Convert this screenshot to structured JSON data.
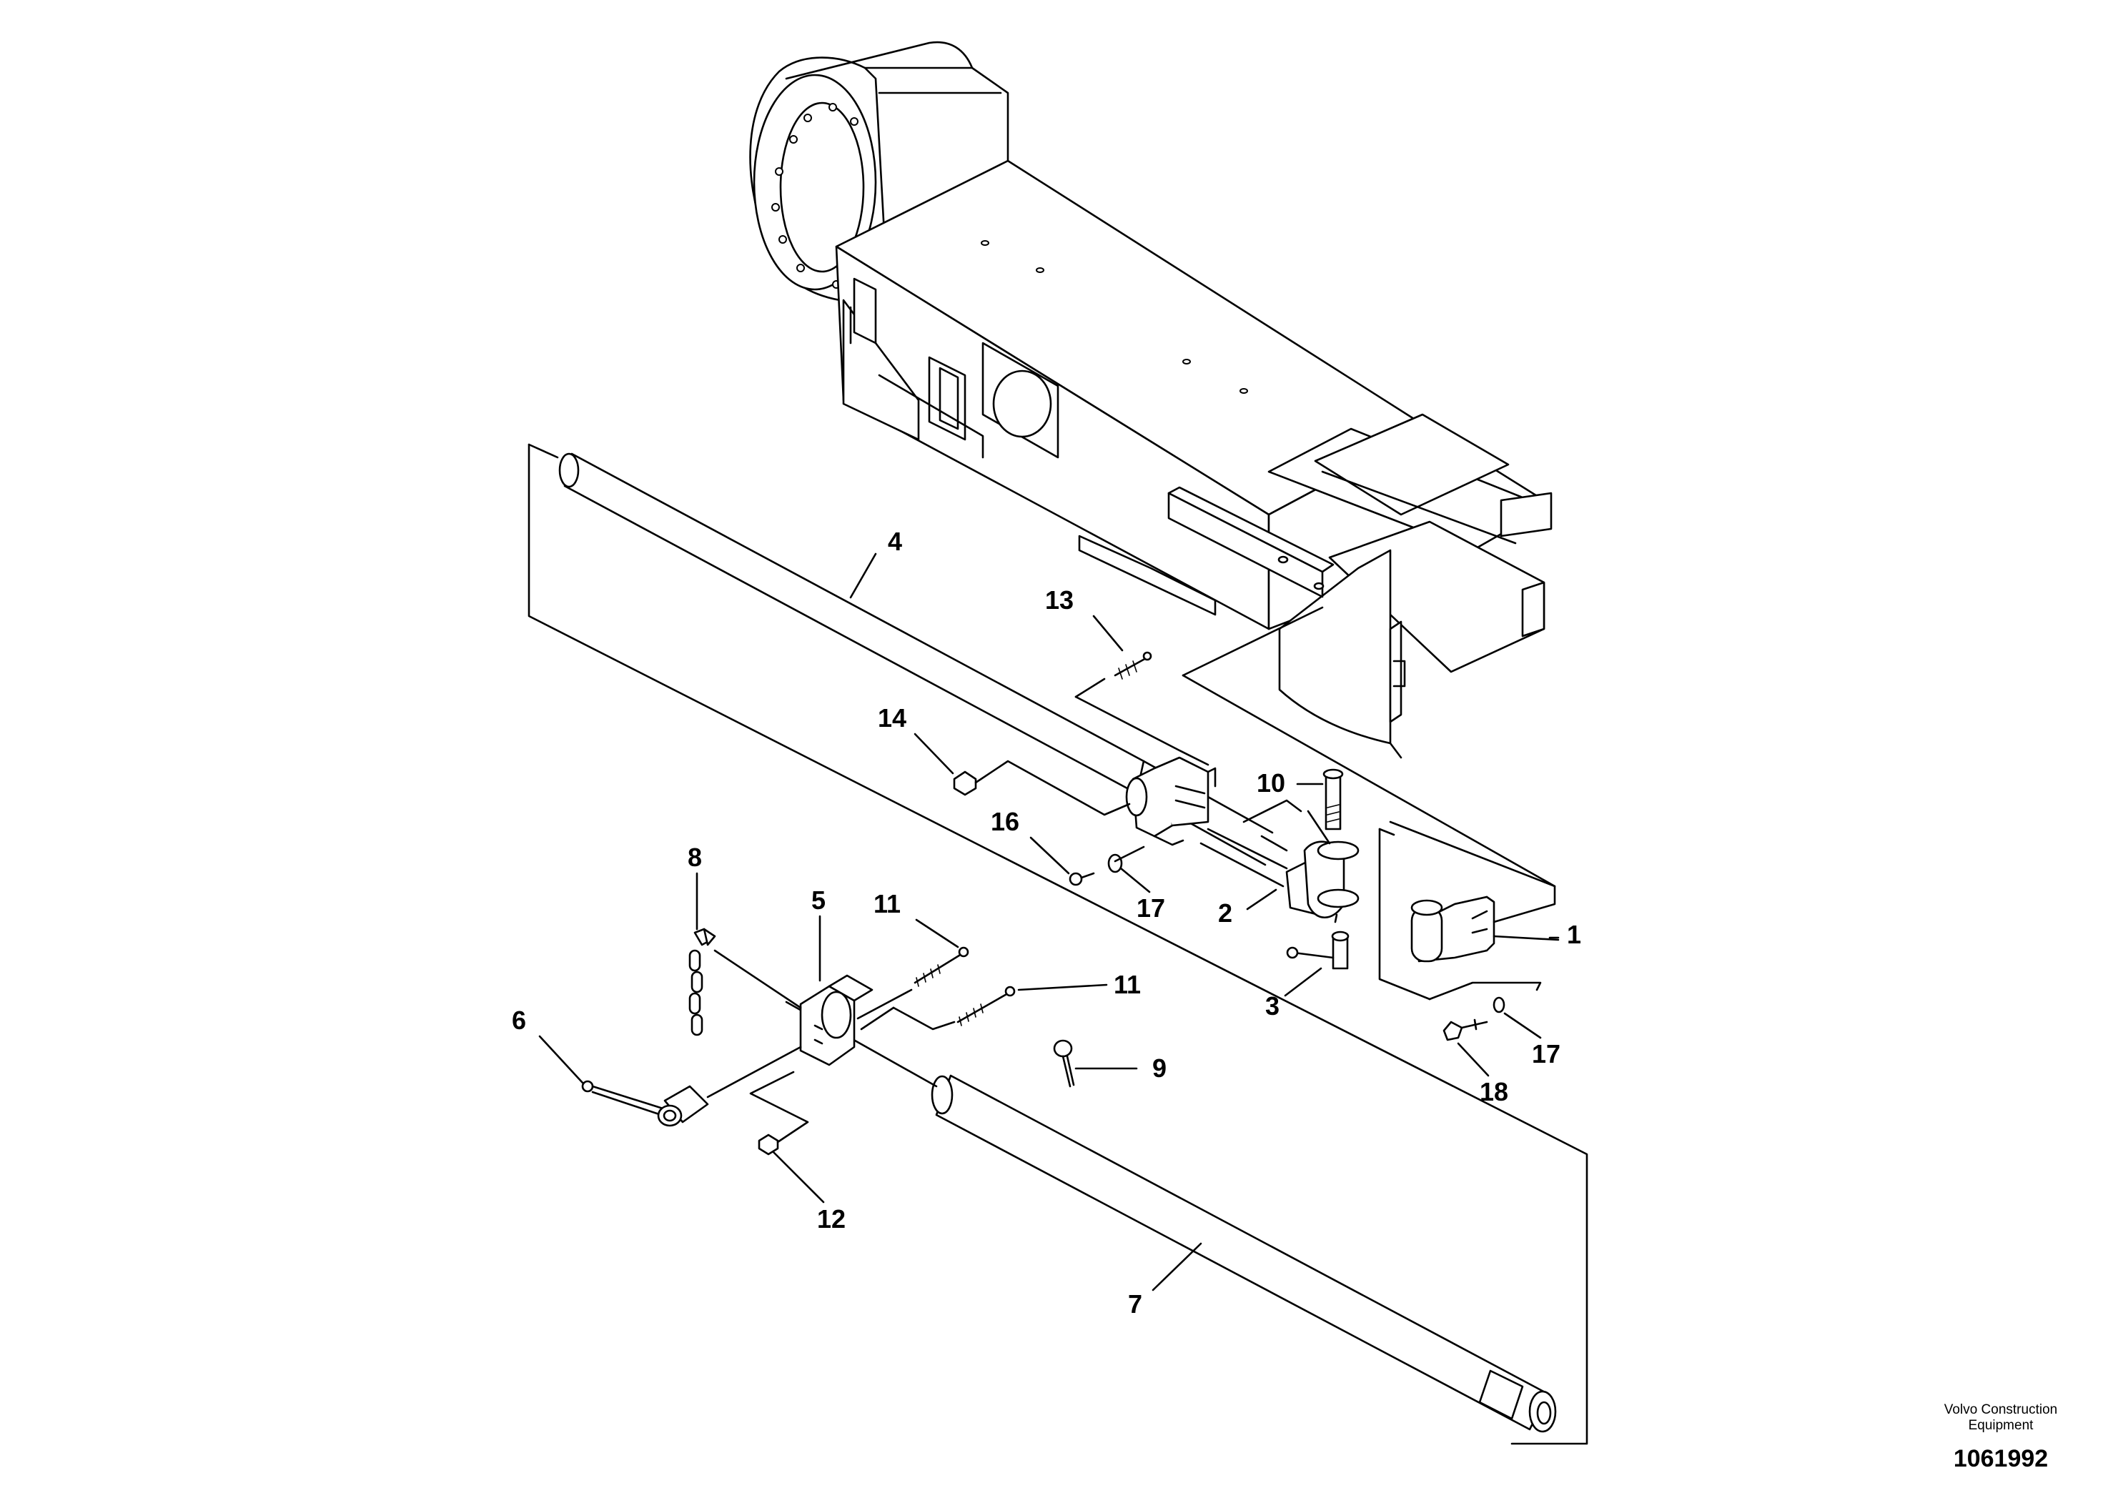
{
  "diagram": {
    "callouts": {
      "c1": "1",
      "c2": "2",
      "c3": "3",
      "c4": "4",
      "c5": "5",
      "c6": "6",
      "c7": "7",
      "c8": "8",
      "c9": "9",
      "c10": "10",
      "c11a": "11",
      "c11b": "11",
      "c12": "12",
      "c13": "13",
      "c14": "14",
      "c16": "16",
      "c17a": "17",
      "c17b": "17",
      "c18": "18"
    }
  },
  "footer": {
    "brand_line1": "Volvo Construction",
    "brand_line2": "Equipment",
    "doc_number": "1061992"
  }
}
